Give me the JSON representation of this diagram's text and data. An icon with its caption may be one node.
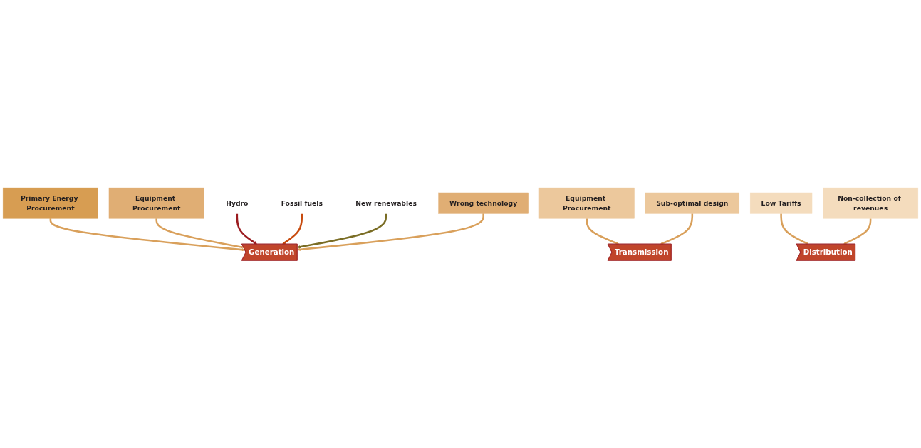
{
  "diagram": {
    "nodes": [
      {
        "text": [
          "Primary Energy Procurement"
        ]
      },
      {
        "text": [
          "Equipment Procurement"
        ]
      },
      {
        "text": [
          "Equipment Procurement"
        ]
      },
      {
        "text": [
          "Low Tariffs"
        ]
      },
      {
        "text": [
          "Hydro"
        ]
      },
      {
        "text": [
          "Fossil fuels"
        ]
      },
      {
        "text": [
          "New renewables"
        ]
      },
      {
        "text": [
          "Generation"
        ]
      },
      {
        "text": [
          "Transmission"
        ]
      },
      {
        "text": [
          "Distribution"
        ]
      },
      {
        "text": [
          "Wrong technology"
        ]
      },
      {
        "text": [
          "Sub-optimal design"
        ]
      },
      {
        "text": [
          "Non-collection of revenues"
        ]
      }
    ],
    "edges": [
      {
        "from": 0,
        "to": 7,
        "arrow": "to"
      },
      {
        "from": 1,
        "to": 7,
        "arrow": "to"
      },
      {
        "from": 2,
        "to": 8,
        "arrow": "to"
      },
      {
        "from": 3,
        "to": 9,
        "arrow": "to"
      },
      {
        "from": 4,
        "to": 7,
        "arrow": "to",
        "color": "#9b1b1f"
      },
      {
        "from": 5,
        "to": 7,
        "arrow": "to",
        "color": "#c84b0e"
      },
      {
        "from": 6,
        "to": 7,
        "arrow": "to",
        "color": "#7a6d25"
      },
      {
        "from": 10,
        "to": 7,
        "arrow": "to"
      },
      {
        "from": 11,
        "to": 8,
        "arrow": "to"
      },
      {
        "from": 12,
        "to": 9,
        "arrow": "to"
      }
    ]
  }
}
